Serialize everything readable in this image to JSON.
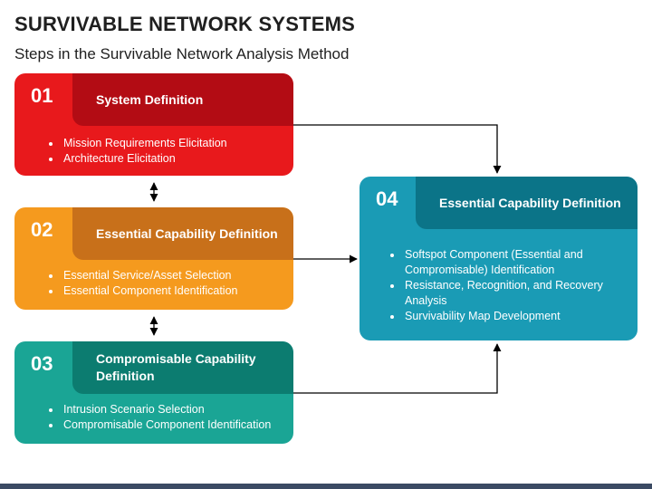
{
  "title": "SURVIVABLE NETWORK SYSTEMS",
  "subtitle": "Steps in the Survivable Network Analysis Method",
  "colors": {
    "red": "#e8191c",
    "red_dark": "#b30c14",
    "orange": "#f59a1e",
    "orange_dark": "#c8701a",
    "green": "#1aa595",
    "green_dark": "#0c7c70",
    "blue": "#1a9bb5",
    "blue_dark": "#0b7488"
  },
  "steps": [
    {
      "number": "01",
      "heading": "System Definition",
      "bullets": [
        "Mission Requirements Elicitation",
        "Architecture Elicitation"
      ]
    },
    {
      "number": "02",
      "heading": "Essential Capability Definition",
      "bullets": [
        "Essential Service/Asset Selection",
        "Essential Component Identification"
      ]
    },
    {
      "number": "03",
      "heading": "Compromisable Capability Definition",
      "bullets": [
        "Intrusion Scenario Selection",
        "Compromisable Component Identification"
      ]
    },
    {
      "number": "04",
      "heading": "Essential Capability Definition",
      "bullets": [
        "Softspot Component (Essential and Compromisable) Identification",
        "Resistance, Recognition, and Recovery Analysis",
        "Survivability Map Development"
      ]
    }
  ]
}
